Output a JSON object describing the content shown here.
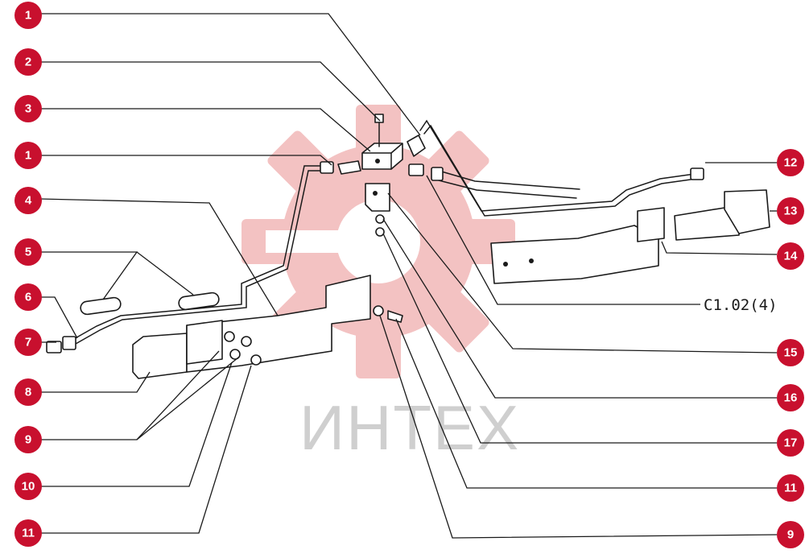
{
  "diagram": {
    "code_label": "C1.02(4)",
    "watermark_text": "ИНТЕХ",
    "colors": {
      "callout": "#c8102e",
      "callout_text": "#ffffff",
      "line": "#1a1a1a",
      "watermark_gear": "#f3c2c2",
      "watermark_text": "#cfcfcf"
    },
    "callouts_left": [
      "1",
      "2",
      "3",
      "1",
      "4",
      "5",
      "6",
      "7",
      "8",
      "9",
      "10",
      "11"
    ],
    "callouts_right": [
      "12",
      "13",
      "14",
      "15",
      "16",
      "17",
      "11",
      "9"
    ]
  }
}
